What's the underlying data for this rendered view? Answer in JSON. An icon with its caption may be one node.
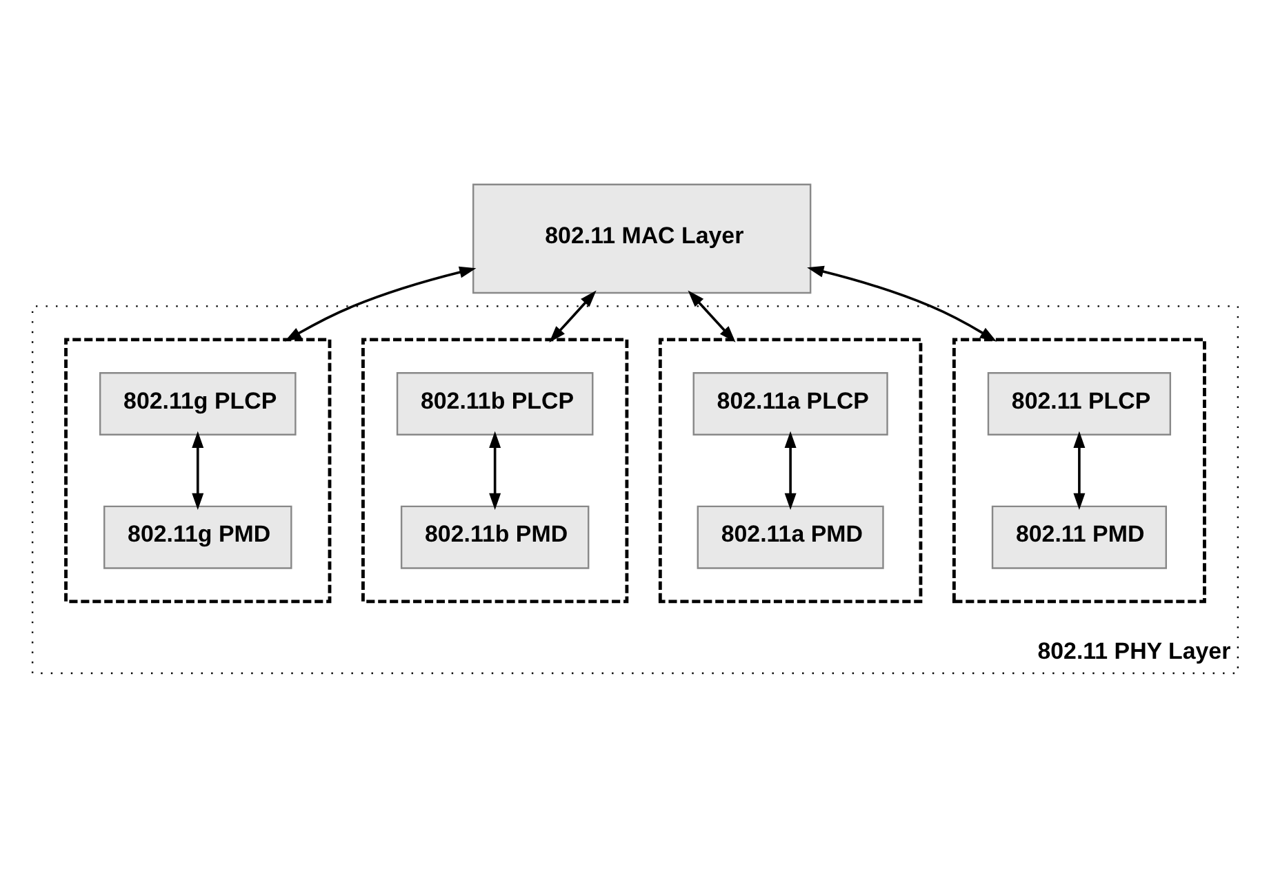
{
  "diagram": {
    "nodes": [
      {
        "text": [
          "802.11 MAC Layer"
        ]
      },
      {
        "text": [
          "802.11 PHY Layer"
        ]
      },
      {
        "text": [],
        "shape": "box",
        "in": 1
      },
      {
        "text": [
          "802.11 PLCP"
        ],
        "in": 2
      },
      {
        "text": [
          "802.11 PMD"
        ],
        "in": 2
      },
      {
        "text": [],
        "shape": "box",
        "in": 1
      },
      {
        "text": [
          "802.11a PLCP"
        ],
        "in": 5
      },
      {
        "text": [
          "802.11a PMD"
        ],
        "in": 5
      },
      {
        "text": [],
        "shape": "box",
        "in": 1
      },
      {
        "text": [
          "802.11b PLCP"
        ],
        "in": 8
      },
      {
        "text": [
          "802.11b PMD"
        ],
        "in": 8
      },
      {
        "text": [],
        "shape": "box",
        "in": 1
      },
      {
        "text": [
          "802.11g PLCP"
        ],
        "in": 11
      },
      {
        "text": [
          "802.11g PMD"
        ],
        "in": 11
      }
    ],
    "edges": [
      {
        "from": 0,
        "to": 2,
        "arrow": "both"
      },
      {
        "from": 0,
        "to": 5,
        "arrow": "both"
      },
      {
        "from": 0,
        "to": 8,
        "arrow": "both"
      },
      {
        "from": 0,
        "to": 11,
        "arrow": "both"
      },
      {
        "from": 3,
        "to": 4,
        "arrow": "both"
      },
      {
        "from": 6,
        "to": 7,
        "arrow": "both"
      },
      {
        "from": 9,
        "to": 10,
        "arrow": "both"
      },
      {
        "from": 12,
        "to": 13,
        "arrow": "both"
      }
    ]
  }
}
